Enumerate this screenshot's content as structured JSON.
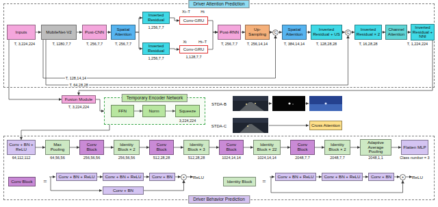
{
  "diagram": {
    "nodes": [
      {
        "text": [
          "Driver Attention Prediction"
        ]
      },
      {
        "text": [
          "Inputs"
        ],
        "in": 0
      },
      {
        "text": [
          "MobileNet-V2"
        ],
        "in": 0
      },
      {
        "text": [
          "Post-CNN"
        ],
        "in": 0
      },
      {
        "text": [
          "Spatial Attention"
        ],
        "in": 0
      },
      {
        "text": [
          "Inverted Residual"
        ],
        "in": 0
      },
      {
        "text": [
          "Conv-GRU"
        ],
        "in": 0
      },
      {
        "text": [
          "Inverted Residual"
        ],
        "in": 0
      },
      {
        "text": [
          "Conv-GRU"
        ],
        "in": 0
      },
      {
        "text": [
          "Post-RNN"
        ],
        "in": 0
      },
      {
        "text": [
          "Up-Sampling"
        ],
        "in": 0
      },
      {
        "text": [
          "C"
        ],
        "in": 0
      },
      {
        "text": [
          "Spatial Attention"
        ],
        "in": 0
      },
      {
        "text": [
          "Inverted Residual + US"
        ],
        "in": 0
      },
      {
        "text": [
          "C"
        ],
        "in": 0
      },
      {
        "text": [
          "Inverted Residual × 2"
        ],
        "in": 0
      },
      {
        "text": [
          "Channel Attention"
        ],
        "in": 0
      },
      {
        "text": [
          "Inverted Residual + NNI"
        ],
        "in": 0
      },
      {
        "text": [
          "Fusion Module"
        ]
      },
      {
        "text": [
          "Temporary Encoder Network"
        ]
      },
      {
        "text": [
          "FFN"
        ],
        "in": 19
      },
      {
        "text": [
          "Norm"
        ],
        "in": 19
      },
      {
        "text": [
          "Squeeze"
        ],
        "in": 19
      },
      {
        "text": [
          "Cross Attention"
        ]
      },
      {
        "text": [
          "Driver Behavior Prediction"
        ]
      },
      {
        "text": [
          "Conv + BN + ReLU"
        ],
        "in": 24
      },
      {
        "text": [
          "Max Pooling"
        ],
        "in": 24
      },
      {
        "text": [
          "Conv Block"
        ],
        "in": 24
      },
      {
        "text": [
          "Identity Block × 2"
        ],
        "in": 24
      },
      {
        "text": [
          "Conv Block"
        ],
        "in": 24
      },
      {
        "text": [
          "Identity Block × 3"
        ],
        "in": 24
      },
      {
        "text": [
          "Conv Block"
        ],
        "in": 24
      },
      {
        "text": [
          "Identity Block × 22"
        ],
        "in": 24
      },
      {
        "text": [
          "Conv Block"
        ],
        "in": 24
      },
      {
        "text": [
          "Identity Block × 2"
        ],
        "in": 24
      },
      {
        "text": [
          "Adaptive Average Pooling"
        ],
        "in": 24
      },
      {
        "text": [
          "Flatten MLP"
        ],
        "in": 24
      },
      {
        "text": [
          "Conv Block"
        ],
        "in": 24
      },
      {
        "text": [
          "Conv + BN + ReLU"
        ],
        "in": 24
      },
      {
        "text": [
          "Conv + BN + ReLU"
        ],
        "in": 24
      },
      {
        "text": [
          "Conv + BN"
        ],
        "in": 24
      },
      {
        "text": [
          "+"
        ],
        "in": 24
      },
      {
        "text": [
          "Conv + BN"
        ],
        "in": 24
      },
      {
        "text": [
          "Identity Block"
        ],
        "in": 24
      },
      {
        "text": [
          "Conv + BN + ReLU"
        ],
        "in": 24
      },
      {
        "text": [
          "Conv + BN + ReLU"
        ],
        "in": 24
      },
      {
        "text": [
          "Conv + BN"
        ],
        "in": 24
      },
      {
        "text": [
          "+"
        ],
        "in": 24
      }
    ],
    "edges": [
      {
        "from": 1,
        "to": 2,
        "arrow": "to"
      },
      {
        "from": 2,
        "to": 3,
        "arrow": "to"
      },
      {
        "from": 3,
        "to": 4,
        "arrow": "to"
      },
      {
        "from": 4,
        "to": 5,
        "arrow": "to"
      },
      {
        "from": 4,
        "to": 7,
        "arrow": "to"
      },
      {
        "from": 5,
        "to": 6,
        "arrow": "to"
      },
      {
        "from": 7,
        "to": 8,
        "arrow": "to"
      },
      {
        "from": 6,
        "to": 9,
        "arrow": "to"
      },
      {
        "from": 8,
        "to": 9,
        "arrow": "to"
      },
      {
        "from": 9,
        "to": 10,
        "arrow": "to"
      },
      {
        "from": 10,
        "to": 11,
        "arrow": "to"
      },
      {
        "from": 2,
        "to": 11,
        "label": "T, 128,14,14",
        "arrow": "to"
      },
      {
        "from": 11,
        "to": 12,
        "arrow": "to"
      },
      {
        "from": 12,
        "to": 13,
        "arrow": "to"
      },
      {
        "from": 13,
        "to": 14,
        "arrow": "to"
      },
      {
        "from": 2,
        "to": 14,
        "label": "T, 64,28,28",
        "arrow": "to"
      },
      {
        "from": 14,
        "to": 15,
        "arrow": "to"
      },
      {
        "from": 15,
        "to": 16,
        "arrow": "to"
      },
      {
        "from": 16,
        "to": 17,
        "arrow": "to"
      },
      {
        "from": 17,
        "to": 18,
        "arrow": "to"
      },
      {
        "from": 1,
        "to": 18,
        "arrow": "to"
      },
      {
        "from": 18,
        "to": 19,
        "arrow": "to"
      },
      {
        "from": 20,
        "to": 21,
        "arrow": "to"
      },
      {
        "from": 21,
        "to": 22,
        "arrow": "to"
      },
      {
        "from": 19,
        "to": 25,
        "arrow": "to"
      },
      {
        "from": 25,
        "to": 26,
        "arrow": "to"
      },
      {
        "from": 26,
        "to": 27,
        "arrow": "to"
      },
      {
        "from": 27,
        "to": 28,
        "arrow": "to"
      },
      {
        "from": 28,
        "to": 29,
        "arrow": "to"
      },
      {
        "from": 29,
        "to": 30,
        "arrow": "to"
      },
      {
        "from": 30,
        "to": 31,
        "arrow": "to"
      },
      {
        "from": 31,
        "to": 32,
        "arrow": "to"
      },
      {
        "from": 32,
        "to": 33,
        "arrow": "to"
      },
      {
        "from": 33,
        "to": 34,
        "arrow": "to"
      },
      {
        "from": 34,
        "to": 35,
        "arrow": "to"
      },
      {
        "from": 35,
        "to": 36,
        "arrow": "to"
      },
      {
        "from": 38,
        "to": 39,
        "arrow": "to"
      },
      {
        "from": 39,
        "to": 40,
        "arrow": "to"
      },
      {
        "from": 40,
        "to": 41,
        "arrow": "to"
      },
      {
        "from": 42,
        "to": 41,
        "arrow": "to"
      },
      {
        "from": 44,
        "to": 45,
        "arrow": "to"
      },
      {
        "from": 45,
        "to": 46,
        "arrow": "to"
      },
      {
        "from": 46,
        "to": 47,
        "arrow": "to"
      }
    ],
    "labels": [
      "Xt−T",
      "Ht",
      "T, 3,224,224",
      "T, 1280,7,7",
      "T, 256,7,7",
      "T, 256,7,7",
      "1,256,7,7",
      "Xt",
      "Ht−T",
      "T, 256,7,7",
      "T, 256,14,14",
      "T, 384,14,14",
      "T, 128,28,28",
      "T, 16,28,28",
      "T, 1,224,224",
      "1,256,7,7",
      "1,128,7,7",
      "T, 3,224,224",
      "3,224,224",
      "STDA-B",
      "STDA-C",
      "64,112,112",
      "64,56,56",
      "256,56,56",
      "256,56,56",
      "512,28,28",
      "512,28,28",
      "1024,14,14",
      "1024,14,14",
      "2048,7,7",
      "2048,7,7",
      "2048,1,1",
      "Class number = 3",
      "=",
      "ReLU",
      "=",
      "ReLU"
    ]
  }
}
